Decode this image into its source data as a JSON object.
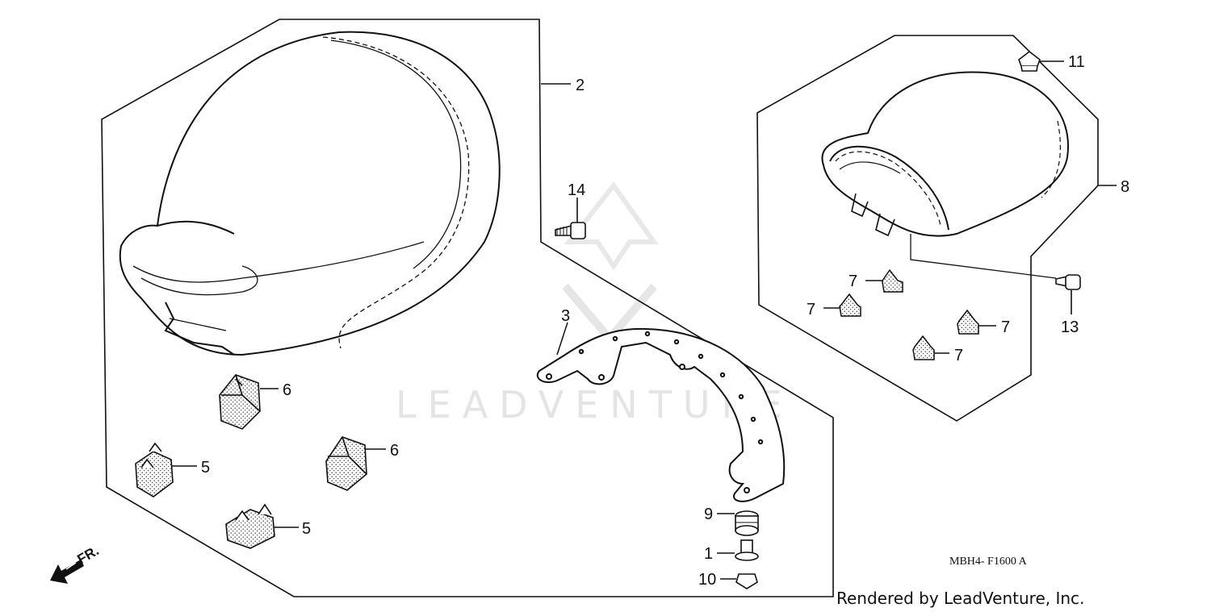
{
  "diagram": {
    "callouts": [
      {
        "id": "c2",
        "text": "2"
      },
      {
        "id": "c14",
        "text": "14"
      },
      {
        "id": "c3",
        "text": "3"
      },
      {
        "id": "c6a",
        "text": "6"
      },
      {
        "id": "c6b",
        "text": "6"
      },
      {
        "id": "c5a",
        "text": "5"
      },
      {
        "id": "c5b",
        "text": "5"
      },
      {
        "id": "c9",
        "text": "9"
      },
      {
        "id": "c1",
        "text": "1"
      },
      {
        "id": "c10",
        "text": "10"
      },
      {
        "id": "c11",
        "text": "11"
      },
      {
        "id": "c8",
        "text": "8"
      },
      {
        "id": "c7a",
        "text": "7"
      },
      {
        "id": "c7b",
        "text": "7"
      },
      {
        "id": "c7c",
        "text": "7"
      },
      {
        "id": "c7d",
        "text": "7"
      },
      {
        "id": "c13",
        "text": "13"
      }
    ],
    "direction_label": "FR.",
    "diagram_code": "MBH4- F1600 A",
    "watermark": "LEADVENTURE",
    "credit": "Rendered by LeadVenture, Inc."
  },
  "colors": {
    "line": "#111111",
    "watermark": "#e4e4e4",
    "background": "#ffffff"
  }
}
